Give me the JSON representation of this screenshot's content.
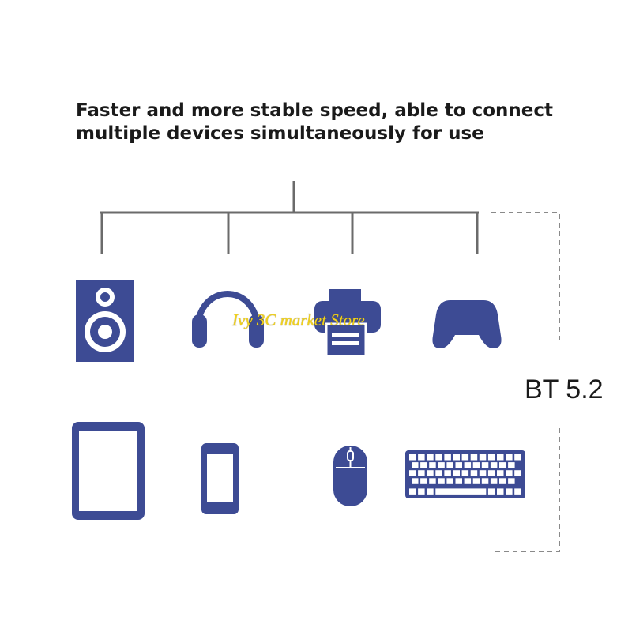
{
  "headline": {
    "line1": "Faster and more stable speed, able to connect",
    "line2": "multiple devices simultaneously for use"
  },
  "bt_label": "BT 5.2",
  "watermark": "Ivy 3C market Store",
  "devices": {
    "row1": [
      "speaker-icon",
      "headphones-icon",
      "printer-icon",
      "gamepad-icon"
    ],
    "row2": [
      "tablet-icon",
      "smartphone-icon",
      "mouse-icon",
      "keyboard-icon"
    ]
  },
  "colors": {
    "icon": "#3d4b94",
    "tree_line": "#6b6b6b",
    "bracket": "#8a8a8a",
    "watermark": "#f2d21b"
  }
}
